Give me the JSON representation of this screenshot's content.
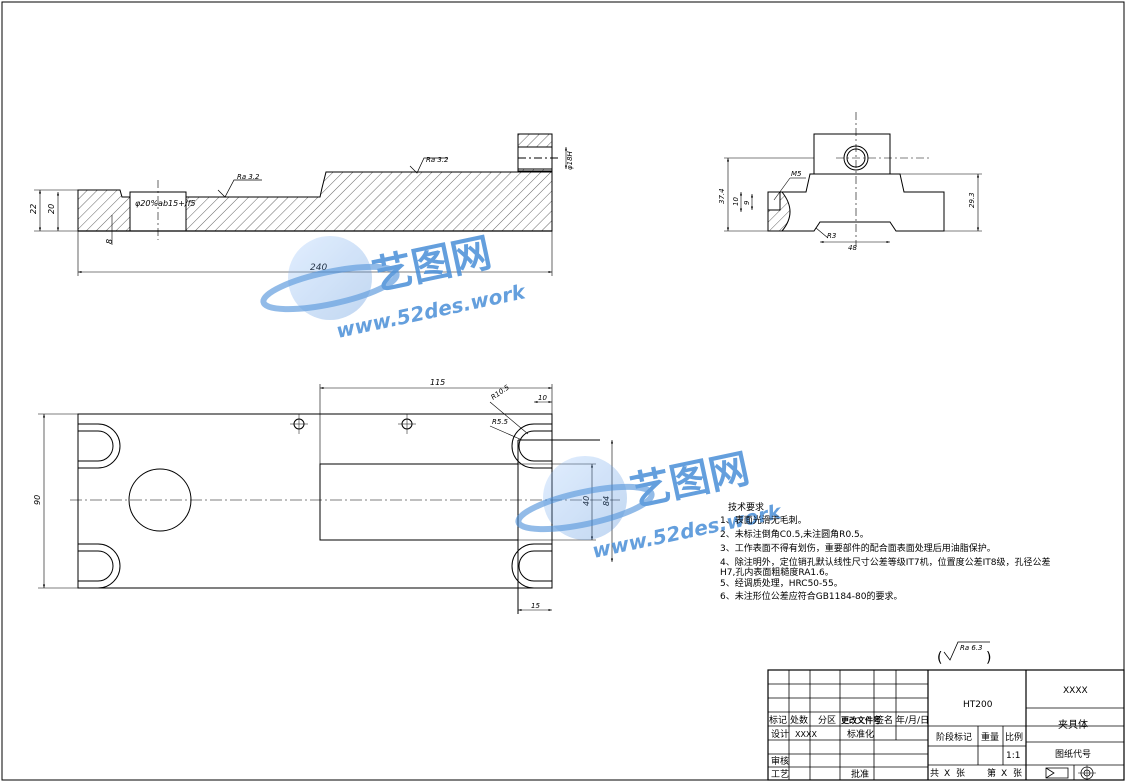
{
  "watermark": {
    "brand": "艺图网",
    "url": "www.52des.work",
    "color": "#4a8fd8"
  },
  "front_view": {
    "dim_length": "240",
    "dim_height_outer": "22",
    "dim_height_inner": "20",
    "dim_small": "8",
    "dim_hole": "φ20%ab15+/f5",
    "dim_slot": "φ18H",
    "rough_1": "Ra 3.2",
    "rough_2": "Ra 3.2"
  },
  "side_view": {
    "dim_m": "M5",
    "dim_height": "37.4",
    "dim_10": "10",
    "dim_9": "9",
    "dim_r": "R3",
    "dim_width": "48",
    "dim_right": "29.3"
  },
  "top_view": {
    "dim_115": "115",
    "dim_90": "90",
    "dim_84": "84",
    "dim_40": "40",
    "dim_10": "10",
    "dim_15": "15",
    "dim_r10": "R10.5",
    "dim_r5": "R5.5"
  },
  "notes": {
    "title": "技术要求",
    "lines": [
      "1、表面光滑无毛刺。",
      "2、未标注倒角C0.5,未注圆角R0.5。",
      "3、工作表面不得有划伤，重要部件的配合面表面处理后用油脂保护。",
      "4、除注明外，定位销孔默认线性尺寸公差等级IT7机，位置度公差IT8级，孔径公差",
      "H7,孔内表面粗糙度RA1.6。",
      "5、经调质处理，HRC50-55。",
      "6、未注形位公差应符合GB1184-80的要求。"
    ]
  },
  "general_roughness": "Ra 6.3",
  "title_block": {
    "material": "HT200",
    "code_top": "XXXX",
    "part_name": "夹具体",
    "drawing_no": "图纸代号",
    "biaoji": "标记",
    "chushu": "处数",
    "fenqu": "分区",
    "gengai": "更改文件号",
    "qianming": "签名",
    "date": "年/月/日",
    "sheji": "设计",
    "sheji_name": "XXXX",
    "biaozhunhua": "标准化",
    "shenhe": "审核",
    "gongyi": "工艺",
    "pizhun": "批准",
    "stage": "阶段标记",
    "weight": "重量",
    "scale": "比例",
    "scale_value": "1:1",
    "gong": "共",
    "zhang1": "X",
    "zhang_label1": "张",
    "di": "第",
    "zhang2": "X",
    "zhang_label2": "张"
  }
}
